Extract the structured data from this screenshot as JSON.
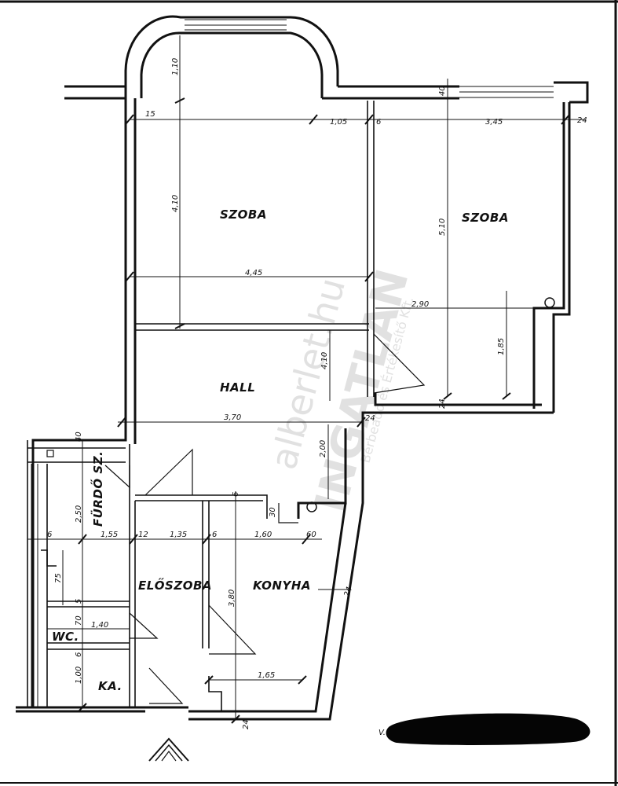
{
  "rooms": {
    "szoba_1": "SZOBA",
    "szoba_2": "SZOBA",
    "hall": "HALL",
    "furdo": "FÜRDŐ SZ.",
    "eloszoba": "ELŐSZOBA",
    "konyha": "KONYHA",
    "wc": "WC.",
    "ka": "KA."
  },
  "dimensions": {
    "d_110": "1,10",
    "d_15": "15",
    "d_410_a": "4,10",
    "d_445": "4,45",
    "d_105": "1,05",
    "d_6_top": "6",
    "d_345": "3,45",
    "d_24_top": "24",
    "d_40_top": "40",
    "d_510": "5,10",
    "d_290": "2,90",
    "d_185": "1,85",
    "d_410_b": "4,10",
    "d_24_hall": "24",
    "d_370": "3,70",
    "d_24_right": "24",
    "d_200": "2,00",
    "d_40_left": "40",
    "d_250": "2,50",
    "d_6_left": "6",
    "d_155": "1,55",
    "d_12": "12",
    "d_135": "1,35",
    "d_6_mid": "6",
    "d_160": "1,60",
    "d_60": "60",
    "d_30": "30",
    "d_6_konyha": "6",
    "d_75": "75",
    "d_5": "5",
    "d_70": "70",
    "d_140": "1,40",
    "d_380": "3,80",
    "d_24_konyha": "24",
    "d_100": "1,00",
    "d_6_ka": "6",
    "d_165": "1,65",
    "d_24_bottom": "24"
  },
  "watermark": {
    "line1": "alberlet.hu",
    "line2": "INGATLAN",
    "line3": "Bérbeadó és Értékesítő Kft."
  },
  "footer": {
    "prefix": "V."
  }
}
